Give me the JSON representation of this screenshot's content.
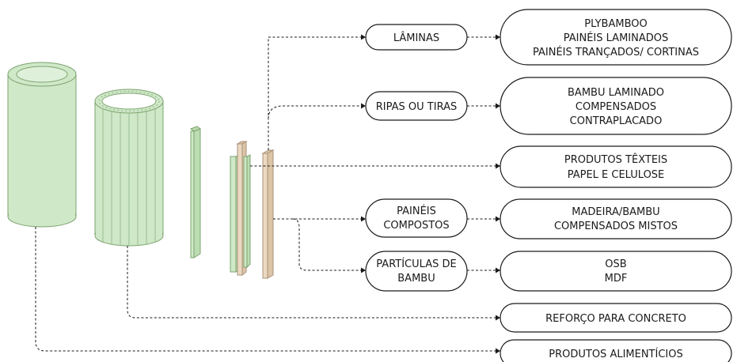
{
  "sources": [
    {
      "label": "LÂMINAS",
      "lines": [
        "LÂMINAS"
      ]
    },
    {
      "label": "RIPAS OU TIRAS",
      "lines": [
        "RIPAS OU TIRAS"
      ]
    },
    {
      "label": "PAINÉIS COMPOSTOS",
      "lines": [
        "PAINÉIS",
        "COMPOSTOS"
      ]
    },
    {
      "label": "PARTÍCULAS DE BAMBU",
      "lines": [
        "PARTÍCULAS DE",
        "BAMBU"
      ]
    }
  ],
  "products": [
    {
      "lines": [
        "PLYBAMBOO",
        "PAINÉIS LAMINADOS",
        "PAINÉIS TRANÇADOS/ CORTINAS"
      ]
    },
    {
      "lines": [
        "BAMBU LAMINADO",
        "COMPENSADOS",
        "CONTRAPLACADO"
      ]
    },
    {
      "lines": [
        "PRODUTOS TÊXTEIS",
        "PAPEL E CELULOSE"
      ]
    },
    {
      "lines": [
        "MADEIRA/BAMBU",
        "COMPENSADOS MISTOS"
      ]
    },
    {
      "lines": [
        "OSB",
        "MDF"
      ]
    },
    {
      "lines": [
        "REFORÇO PARA CONCRETO"
      ]
    },
    {
      "lines": [
        "PRODUTOS ALIMENTÍCIOS"
      ]
    }
  ],
  "colors": {
    "culm_green": "#cfe8c8",
    "strip_tan": "#ecd9c2",
    "outline": "#1a1a1a"
  }
}
